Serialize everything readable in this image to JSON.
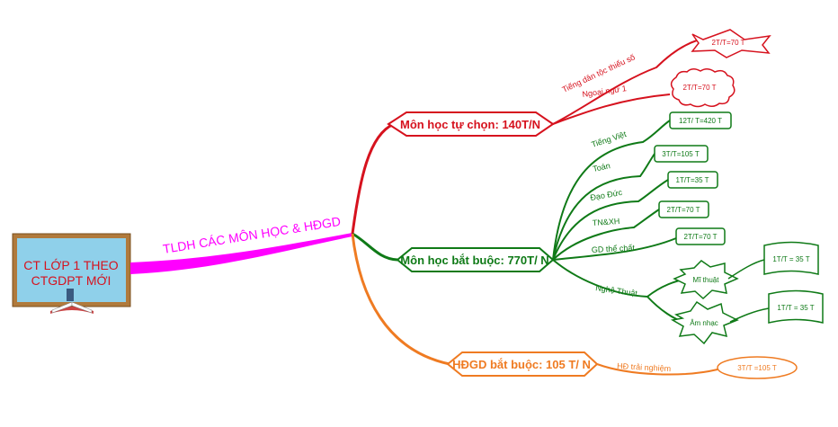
{
  "central": {
    "line1": "CT LỚP 1 THEO",
    "line2": "CTGDPT MỚI"
  },
  "main_branch_label": "TLDH CÁC MÔN HỌC & HĐGD",
  "optional": {
    "title": "Môn học tự chọn: 140T/N",
    "items": [
      {
        "label": "Tiếng dân tộc thiểu số",
        "value": "2T/T=70 T"
      },
      {
        "label": "Ngoại ngữ 1",
        "value": "2T/T=70 T"
      }
    ]
  },
  "compulsory": {
    "title": "Môn học bắt buộc: 770T/ N",
    "items": [
      {
        "label": "Tiếng Việt",
        "value": "12T/ T=420 T"
      },
      {
        "label": "Toán",
        "value": "3T/T=105 T"
      },
      {
        "label": "Đạo Đức",
        "value": "1T/T=35 T"
      },
      {
        "label": "TN&XH",
        "value": "2T/T=70 T"
      },
      {
        "label": "GD thể chất",
        "value": "2T/T=70 T"
      }
    ],
    "arts": {
      "label": "Nghệ Thuật",
      "items": [
        {
          "label": "Mĩ thuật",
          "value": "1T/T = 35 T"
        },
        {
          "label": "Âm nhạc",
          "value": "1T/T = 35 T"
        }
      ]
    }
  },
  "activities": {
    "title": "HĐGD bắt buộc: 105 T/ N",
    "label": "HĐ trải nghiệm",
    "value": "3T/T =105 T"
  },
  "colors": {
    "red": "#d6121e",
    "green": "#0f7a17",
    "orange": "#ef7b22",
    "magenta": "#ff00ff"
  }
}
